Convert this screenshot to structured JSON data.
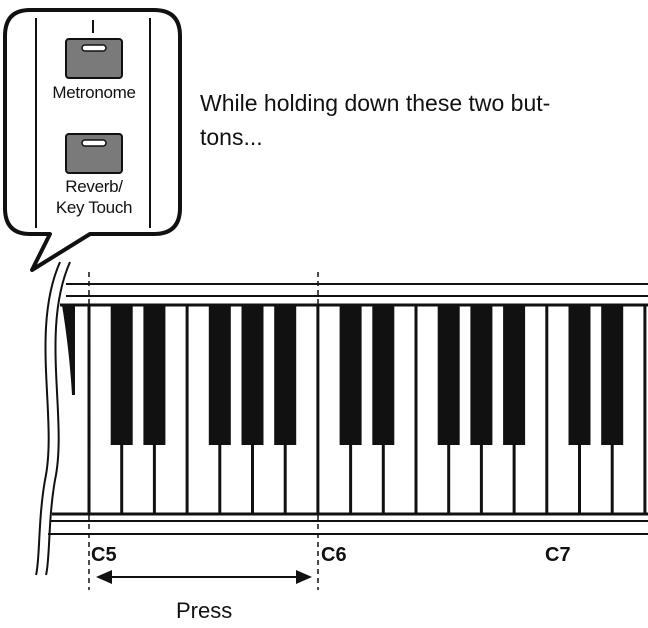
{
  "panel": {
    "metronome_label": "Metronome",
    "reverb_label_line1": "Reverb/",
    "reverb_label_line2": "Key Touch"
  },
  "instruction": {
    "line1": "While holding down these two but-",
    "line2": "tons..."
  },
  "keyboard": {
    "markers": [
      "C5",
      "C6",
      "C7"
    ],
    "press_label": "Press"
  },
  "colors": {
    "button_fill": "#7a7a7a",
    "ink": "#111111",
    "paper": "#ffffff"
  }
}
